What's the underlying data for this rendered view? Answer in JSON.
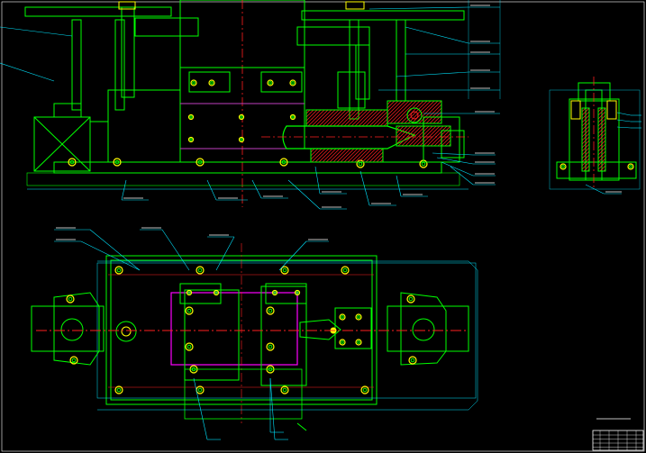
{
  "drawing": {
    "background": "#000000",
    "colors": {
      "outline": "#00ff00",
      "annotation": "#00e5ff",
      "centerline": "#ff2020",
      "hidden": "#ff00ff",
      "hatch": "#ff2020",
      "accent": "#ffff00",
      "frame": "#ffffff"
    },
    "views": [
      {
        "name": "front-view"
      },
      {
        "name": "side-view"
      },
      {
        "name": "top-view"
      }
    ],
    "title_block": {
      "visible": true
    }
  }
}
